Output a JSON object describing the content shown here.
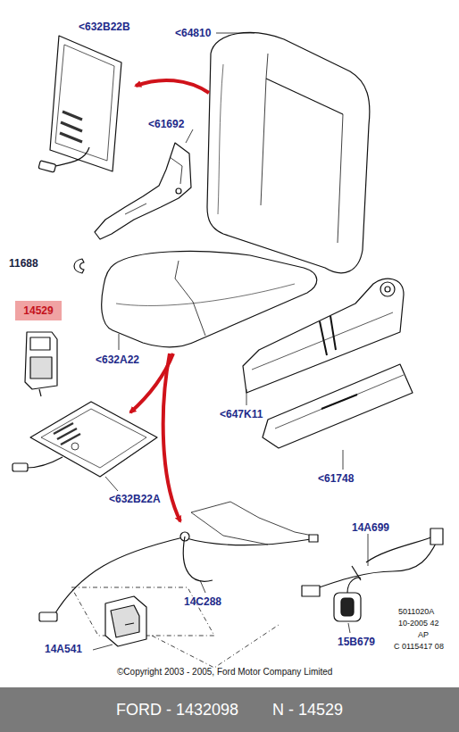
{
  "diagram": {
    "nodes": [
      {
        "text": [
          "14529"
        ]
      },
      {
        "text": [
          "FORD - 1432098",
          "N - 14529"
        ]
      }
    ],
    "labels": [
      "<632B22B",
      "<64810",
      "<61692",
      "11688",
      "<632A22",
      "<647K11",
      "<61748",
      "<632B22A",
      "14A699",
      "14C288",
      "14A541",
      "15B679",
      "5011020A",
      "10-2005 42",
      "AP",
      "C 0115417 08",
      "©Copyright 2003 - 2005, Ford Motor Company Limited"
    ]
  }
}
